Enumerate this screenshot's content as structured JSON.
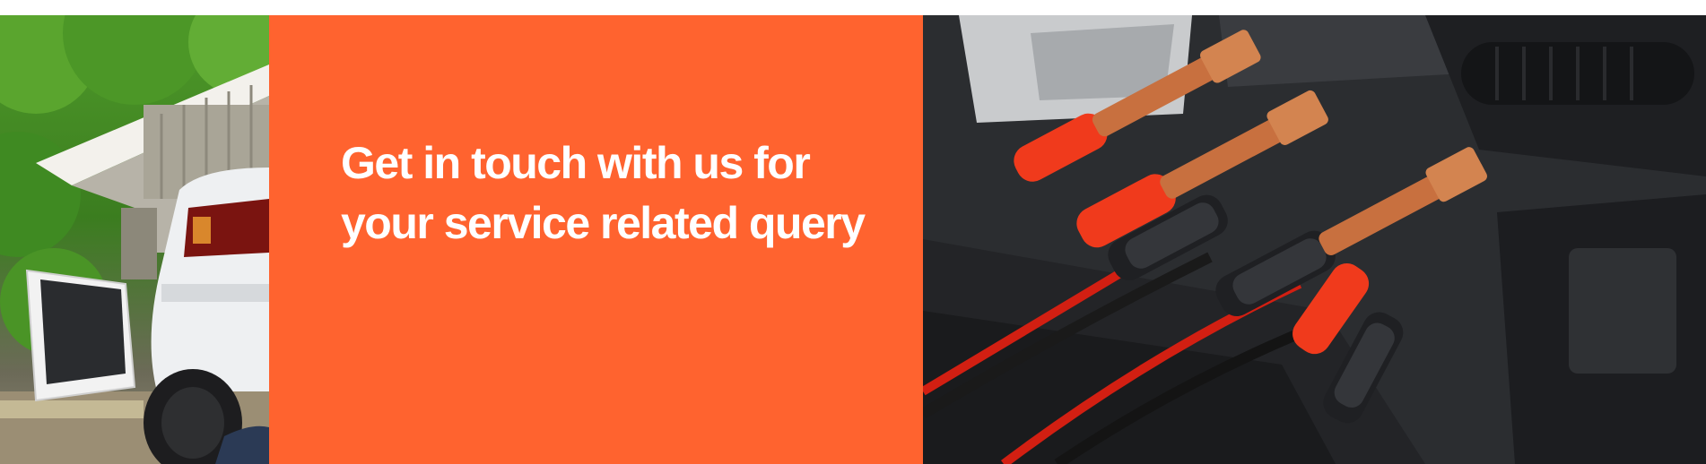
{
  "banner": {
    "headline_line1": "Get in touch with us for",
    "headline_line2": "your service related query",
    "accent_color": "#ff632f",
    "left_image": "garage-car-photo",
    "right_image": "jumper-cables-photo"
  }
}
